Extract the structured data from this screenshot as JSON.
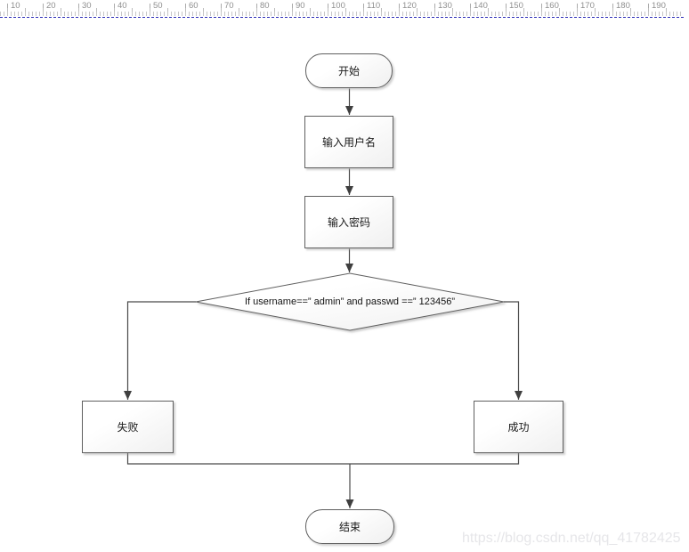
{
  "ruler": {
    "unit_labels": [
      "10",
      "20",
      "30",
      "40",
      "50",
      "60",
      "70",
      "80",
      "90",
      "100",
      "110",
      "120",
      "130",
      "140",
      "150",
      "160",
      "170",
      "180",
      "190"
    ]
  },
  "flowchart": {
    "start": {
      "label": "开始"
    },
    "input_username": {
      "label": "输入用户名"
    },
    "input_password": {
      "label": "输入密码"
    },
    "decision": {
      "label": "If username==” admin” and passwd ==” 123456”"
    },
    "fail": {
      "label": "失败"
    },
    "success": {
      "label": "成功"
    },
    "end": {
      "label": "结束"
    }
  },
  "watermark": {
    "text": "https://blog.csdn.net/qq_41782425"
  },
  "colors": {
    "shape_border": "#5f5f5f",
    "connector": "#4a4a4a",
    "arrowhead": "#3f3f3f",
    "guide_line_blue": "#2e2eb8",
    "ruler_tick": "#c6c6c6",
    "watermark_text": "#e6e6e9"
  }
}
